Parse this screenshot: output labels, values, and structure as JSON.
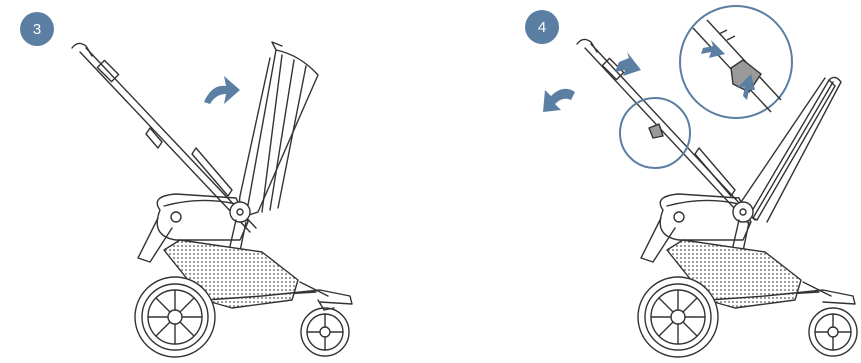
{
  "steps": [
    {
      "number": "3"
    },
    {
      "number": "4"
    }
  ],
  "colors": {
    "accent": "#5b7ea3",
    "line": "#333333",
    "basket_fill": "#d9d9d9",
    "lever_fill": "#9a9a9a"
  },
  "icons": [
    "curved-arrow-right-icon",
    "curved-arrow-left-icon",
    "press-arrow-icon",
    "magnifier-circle"
  ]
}
